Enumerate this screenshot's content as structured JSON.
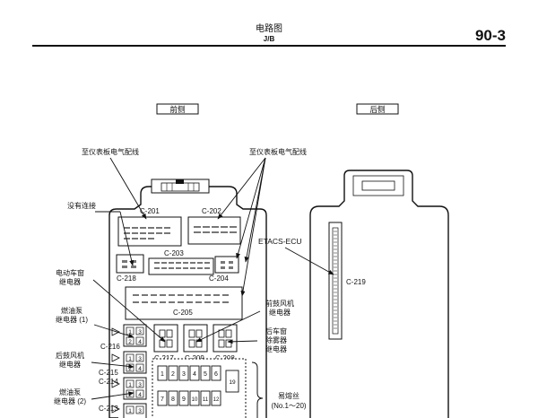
{
  "header": {
    "title": "电路图",
    "subtitle": "J/B",
    "page_number": "90-3"
  },
  "sections": {
    "front": "前侧",
    "rear": "后侧"
  },
  "labels": {
    "ip_harness_left": "至仪表板电气配线",
    "ip_harness_right": "至仪表板电气配线",
    "not_connected": "没有连接",
    "power_window_relay_l1": "电动车窗",
    "power_window_relay_l2": "继电器",
    "fuel_pump_relay1_l1": "燃油泵",
    "fuel_pump_relay1_l2": "继电器 (1)",
    "rear_blower_relay_l1": "后鼓风机",
    "rear_blower_relay_l2": "继电器",
    "fuel_pump_relay2_l1": "燃油泵",
    "fuel_pump_relay2_l2": "继电器 (2)",
    "front_blower_relay_l1": "前鼓风机",
    "front_blower_relay_l2": "继电器",
    "rear_defogger_relay_l1": "后车窗",
    "rear_defogger_relay_l2": "除雾器",
    "rear_defogger_relay_l3": "继电器",
    "fusible_l1": "易熔丝",
    "fusible_l2": "(No.1～20)",
    "etacs": "ETACS-ECU"
  },
  "connectors": {
    "c201": "C-201",
    "c202": "C-202",
    "c203": "C-203",
    "c204": "C-204",
    "c205": "C-205",
    "c208": "C-208",
    "c209": "C-209",
    "c213": "C-213",
    "c214": "C-214",
    "c215": "C-215",
    "c216": "C-216",
    "c217": "C-217",
    "c218": "C-218",
    "c219": "C-219"
  },
  "relay_pins": {
    "p1": "1",
    "p2": "2",
    "p3": "3",
    "p4": "4"
  },
  "fuses_row1": [
    "1",
    "2",
    "3",
    "4",
    "5",
    "6"
  ],
  "fuses_row2": [
    "7",
    "8",
    "9",
    "10",
    "11",
    "12"
  ],
  "fuse_19": "19"
}
